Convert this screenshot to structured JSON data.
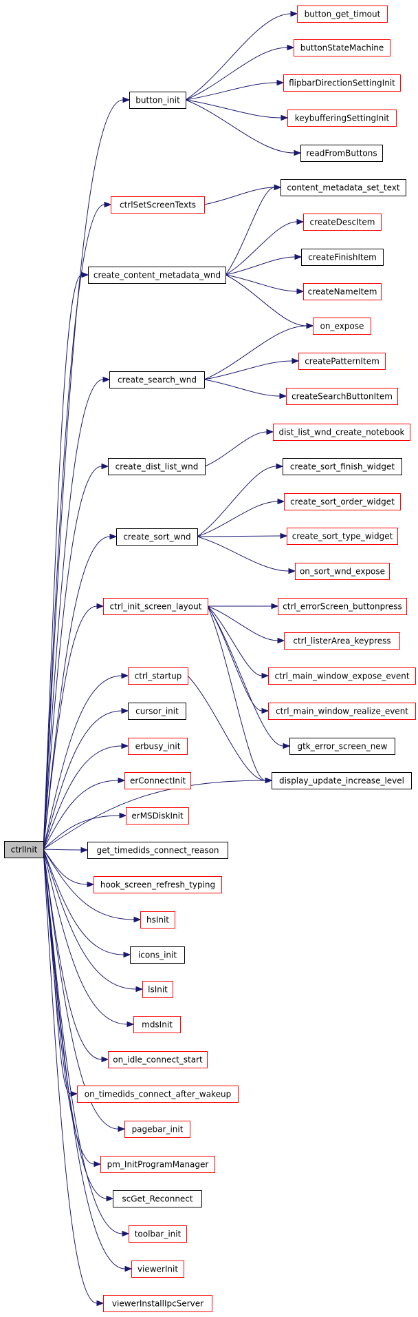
{
  "root": {
    "label": "ctrlInit"
  },
  "nodes": [
    {
      "id": "button_get_timout",
      "label": "button_get_timout",
      "border": "red"
    },
    {
      "id": "buttonStateMachine",
      "label": "buttonStateMachine",
      "border": "red"
    },
    {
      "id": "flipbarDirectionSettingInit",
      "label": "flipbarDirectionSettingInit",
      "border": "red"
    },
    {
      "id": "keybufferingSettingInit",
      "label": "keybufferingSettingInit",
      "border": "red"
    },
    {
      "id": "readFromButtons",
      "label": "readFromButtons",
      "border": "black"
    },
    {
      "id": "button_init",
      "label": "button_init",
      "border": "black"
    },
    {
      "id": "ctrlSetScreenTexts",
      "label": "ctrlSetScreenTexts",
      "border": "red"
    },
    {
      "id": "content_metadata_set_text",
      "label": "content_metadata_set_text",
      "border": "black"
    },
    {
      "id": "createDescItem",
      "label": "createDescItem",
      "border": "red"
    },
    {
      "id": "create_content_metadata_wnd",
      "label": "create_content_metadata_wnd",
      "border": "black"
    },
    {
      "id": "createFinishItem",
      "label": "createFinishItem",
      "border": "black"
    },
    {
      "id": "createNameItem",
      "label": "createNameItem",
      "border": "red"
    },
    {
      "id": "on_expose",
      "label": "on_expose",
      "border": "red"
    },
    {
      "id": "createPatternItem",
      "label": "createPatternItem",
      "border": "red"
    },
    {
      "id": "create_search_wnd",
      "label": "create_search_wnd",
      "border": "black"
    },
    {
      "id": "createSearchButtonItem",
      "label": "createSearchButtonItem",
      "border": "red"
    },
    {
      "id": "dist_list_wnd_create_notebook",
      "label": "dist_list_wnd_create_notebook",
      "border": "red"
    },
    {
      "id": "create_dist_list_wnd",
      "label": "create_dist_list_wnd",
      "border": "black"
    },
    {
      "id": "create_sort_finish_widget",
      "label": "create_sort_finish_widget",
      "border": "black"
    },
    {
      "id": "create_sort_order_widget",
      "label": "create_sort_order_widget",
      "border": "red"
    },
    {
      "id": "create_sort_wnd",
      "label": "create_sort_wnd",
      "border": "black"
    },
    {
      "id": "create_sort_type_widget",
      "label": "create_sort_type_widget",
      "border": "red"
    },
    {
      "id": "on_sort_wnd_expose",
      "label": "on_sort_wnd_expose",
      "border": "red"
    },
    {
      "id": "ctrl_init_screen_layout",
      "label": "ctrl_init_screen_layout",
      "border": "red"
    },
    {
      "id": "ctrl_errorScreen_buttonpress",
      "label": "ctrl_errorScreen_buttonpress",
      "border": "red"
    },
    {
      "id": "ctrl_listerArea_keypress",
      "label": "ctrl_listerArea_keypress",
      "border": "red"
    },
    {
      "id": "ctrl_main_window_expose_event",
      "label": "ctrl_main_window_expose_event",
      "border": "red"
    },
    {
      "id": "ctrl_startup",
      "label": "ctrl_startup",
      "border": "red"
    },
    {
      "id": "ctrl_main_window_realize_event",
      "label": "ctrl_main_window_realize_event",
      "border": "red"
    },
    {
      "id": "cursor_init",
      "label": "cursor_init",
      "border": "black"
    },
    {
      "id": "gtk_error_screen_new",
      "label": "gtk_error_screen_new",
      "border": "black"
    },
    {
      "id": "erbusy_init",
      "label": "erbusy_init",
      "border": "red"
    },
    {
      "id": "display_update_increase_level",
      "label": "display_update_increase_level",
      "border": "black"
    },
    {
      "id": "erConnectInit",
      "label": "erConnectInit",
      "border": "red"
    },
    {
      "id": "erMSDiskInit",
      "label": "erMSDiskInit",
      "border": "red"
    },
    {
      "id": "get_timedids_connect_reason",
      "label": "get_timedids_connect_reason",
      "border": "black"
    },
    {
      "id": "hook_screen_refresh_typing",
      "label": "hook_screen_refresh_typing",
      "border": "red"
    },
    {
      "id": "hsInit",
      "label": "hsInit",
      "border": "red"
    },
    {
      "id": "icons_init",
      "label": "icons_init",
      "border": "black"
    },
    {
      "id": "lsInit",
      "label": "lsInit",
      "border": "red"
    },
    {
      "id": "mdsInit",
      "label": "mdsInit",
      "border": "red"
    },
    {
      "id": "on_idle_connect_start",
      "label": "on_idle_connect_start",
      "border": "red"
    },
    {
      "id": "on_timedids_connect_after_wakeup",
      "label": "on_timedids_connect_after_wakeup",
      "border": "red"
    },
    {
      "id": "pagebar_init",
      "label": "pagebar_init",
      "border": "red"
    },
    {
      "id": "pm_InitProgramManager",
      "label": "pm_InitProgramManager",
      "border": "red"
    },
    {
      "id": "scGet_Reconnect",
      "label": "scGet_Reconnect",
      "border": "black"
    },
    {
      "id": "toolbar_init",
      "label": "toolbar_init",
      "border": "red"
    },
    {
      "id": "viewerInit",
      "label": "viewerInit",
      "border": "red"
    },
    {
      "id": "viewerInstallIpcServer",
      "label": "viewerInstallIpcServer",
      "border": "red"
    }
  ],
  "edges": [
    [
      "ctrlInit",
      "button_init"
    ],
    [
      "ctrlInit",
      "ctrlSetScreenTexts"
    ],
    [
      "ctrlInit",
      "create_content_metadata_wnd"
    ],
    [
      "ctrlInit",
      "create_search_wnd"
    ],
    [
      "ctrlInit",
      "create_dist_list_wnd"
    ],
    [
      "ctrlInit",
      "create_sort_wnd"
    ],
    [
      "ctrlInit",
      "ctrl_init_screen_layout"
    ],
    [
      "ctrlInit",
      "display_update_increase_level"
    ],
    [
      "ctrlInit",
      "ctrl_startup"
    ],
    [
      "ctrlInit",
      "cursor_init"
    ],
    [
      "ctrlInit",
      "erbusy_init"
    ],
    [
      "ctrlInit",
      "erConnectInit"
    ],
    [
      "ctrlInit",
      "erMSDiskInit"
    ],
    [
      "ctrlInit",
      "get_timedids_connect_reason"
    ],
    [
      "ctrlInit",
      "hook_screen_refresh_typing"
    ],
    [
      "ctrlInit",
      "hsInit"
    ],
    [
      "ctrlInit",
      "icons_init"
    ],
    [
      "ctrlInit",
      "lsInit"
    ],
    [
      "ctrlInit",
      "mdsInit"
    ],
    [
      "ctrlInit",
      "on_idle_connect_start"
    ],
    [
      "ctrlInit",
      "on_timedids_connect_after_wakeup"
    ],
    [
      "ctrlInit",
      "pagebar_init"
    ],
    [
      "ctrlInit",
      "pm_InitProgramManager"
    ],
    [
      "ctrlInit",
      "scGet_Reconnect"
    ],
    [
      "ctrlInit",
      "toolbar_init"
    ],
    [
      "ctrlInit",
      "viewerInit"
    ],
    [
      "ctrlInit",
      "viewerInstallIpcServer"
    ],
    [
      "button_init",
      "button_get_timout"
    ],
    [
      "button_init",
      "buttonStateMachine"
    ],
    [
      "button_init",
      "flipbarDirectionSettingInit"
    ],
    [
      "button_init",
      "keybufferingSettingInit"
    ],
    [
      "button_init",
      "readFromButtons"
    ],
    [
      "ctrlSetScreenTexts",
      "content_metadata_set_text"
    ],
    [
      "create_content_metadata_wnd",
      "content_metadata_set_text"
    ],
    [
      "create_content_metadata_wnd",
      "createDescItem"
    ],
    [
      "create_content_metadata_wnd",
      "createFinishItem"
    ],
    [
      "create_content_metadata_wnd",
      "createNameItem"
    ],
    [
      "create_content_metadata_wnd",
      "on_expose"
    ],
    [
      "create_search_wnd",
      "on_expose"
    ],
    [
      "create_search_wnd",
      "createPatternItem"
    ],
    [
      "create_search_wnd",
      "createSearchButtonItem"
    ],
    [
      "create_dist_list_wnd",
      "dist_list_wnd_create_notebook"
    ],
    [
      "create_sort_wnd",
      "create_sort_finish_widget"
    ],
    [
      "create_sort_wnd",
      "create_sort_order_widget"
    ],
    [
      "create_sort_wnd",
      "create_sort_type_widget"
    ],
    [
      "create_sort_wnd",
      "on_sort_wnd_expose"
    ],
    [
      "ctrl_init_screen_layout",
      "ctrl_errorScreen_buttonpress"
    ],
    [
      "ctrl_init_screen_layout",
      "ctrl_listerArea_keypress"
    ],
    [
      "ctrl_init_screen_layout",
      "ctrl_main_window_expose_event"
    ],
    [
      "ctrl_init_screen_layout",
      "ctrl_main_window_realize_event"
    ],
    [
      "ctrl_init_screen_layout",
      "gtk_error_screen_new"
    ],
    [
      "ctrl_init_screen_layout",
      "display_update_increase_level"
    ],
    [
      "ctrl_startup",
      "display_update_increase_level"
    ]
  ],
  "colors": {
    "edge": "#191970",
    "root_fill": "#bfbfbf",
    "red_border": "#ff0000",
    "black_border": "#000000"
  }
}
